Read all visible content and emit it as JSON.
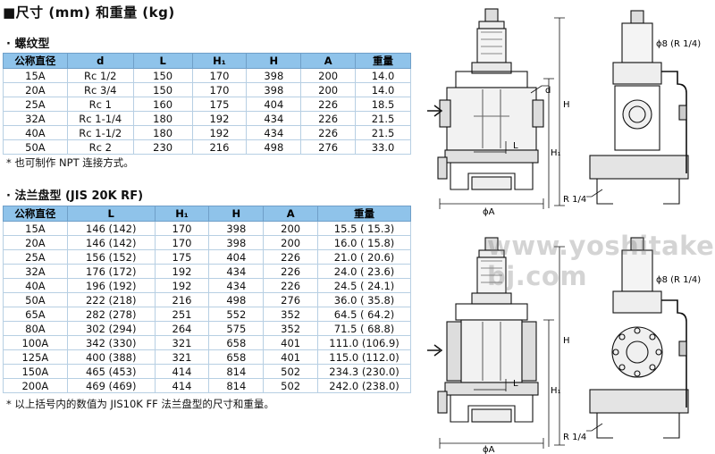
{
  "heading": "■尺寸 (mm) 和重量 (kg)",
  "threaded": {
    "title": "· 螺纹型",
    "headers": [
      "公称直径",
      "d",
      "L",
      "H₁",
      "H",
      "A",
      "重量"
    ],
    "rows": [
      [
        "15A",
        "Rc 1/2",
        "150",
        "170",
        "398",
        "200",
        "14.0"
      ],
      [
        "20A",
        "Rc 3/4",
        "150",
        "170",
        "398",
        "200",
        "14.0"
      ],
      [
        "25A",
        "Rc 1",
        "160",
        "175",
        "404",
        "226",
        "18.5"
      ],
      [
        "32A",
        "Rc 1-1/4",
        "180",
        "192",
        "434",
        "226",
        "21.5"
      ],
      [
        "40A",
        "Rc 1-1/2",
        "180",
        "192",
        "434",
        "226",
        "21.5"
      ],
      [
        "50A",
        "Rc 2",
        "230",
        "216",
        "498",
        "276",
        "33.0"
      ]
    ],
    "note": "* 也可制作 NPT 连接方式。"
  },
  "flanged": {
    "title": "· 法兰盘型 (JIS 20K RF)",
    "headers": [
      "公称直径",
      "L",
      "H₁",
      "H",
      "A",
      "重量"
    ],
    "rows": [
      [
        "15A",
        "146 (142)",
        "170",
        "398",
        "200",
        "15.5 ( 15.3)"
      ],
      [
        "20A",
        "146 (142)",
        "170",
        "398",
        "200",
        "16.0 ( 15.8)"
      ],
      [
        "25A",
        "156 (152)",
        "175",
        "404",
        "226",
        "21.0 ( 20.6)"
      ],
      [
        "32A",
        "176 (172)",
        "192",
        "434",
        "226",
        "24.0 ( 23.6)"
      ],
      [
        "40A",
        "196 (192)",
        "192",
        "434",
        "226",
        "24.5 ( 24.1)"
      ],
      [
        "50A",
        "222 (218)",
        "216",
        "498",
        "276",
        "36.0 ( 35.8)"
      ],
      [
        "65A",
        "282 (278)",
        "251",
        "552",
        "352",
        "64.5 ( 64.2)"
      ],
      [
        "80A",
        "302 (294)",
        "264",
        "575",
        "352",
        "71.5 ( 68.8)"
      ],
      [
        "100A",
        "342 (330)",
        "321",
        "658",
        "401",
        "111.0 (106.9)"
      ],
      [
        "125A",
        "400 (388)",
        "321",
        "658",
        "401",
        "115.0 (112.0)"
      ],
      [
        "150A",
        "465 (453)",
        "414",
        "814",
        "502",
        "234.3 (230.0)"
      ],
      [
        "200A",
        "469 (469)",
        "414",
        "814",
        "502",
        "242.0 (238.0)"
      ]
    ],
    "note": "* 以上括号内的数值为 JIS10K FF 法兰盘型的尺寸和重量。"
  },
  "watermark": "www.yoshitake-bj.com",
  "drawing_top": {
    "label_d": "d",
    "label_H": "H",
    "label_H1": "H₁",
    "label_L": "L",
    "label_A": "ϕA",
    "label_phi8": "ϕ8 (R 1/4)",
    "label_R14": "R 1/4"
  },
  "drawing_bottom": {
    "label_H": "H",
    "label_H1": "H₁",
    "label_L": "L",
    "label_A": "ϕA",
    "label_phi8": "ϕ8 (R 1/4)",
    "label_R14": "R 1/4"
  }
}
